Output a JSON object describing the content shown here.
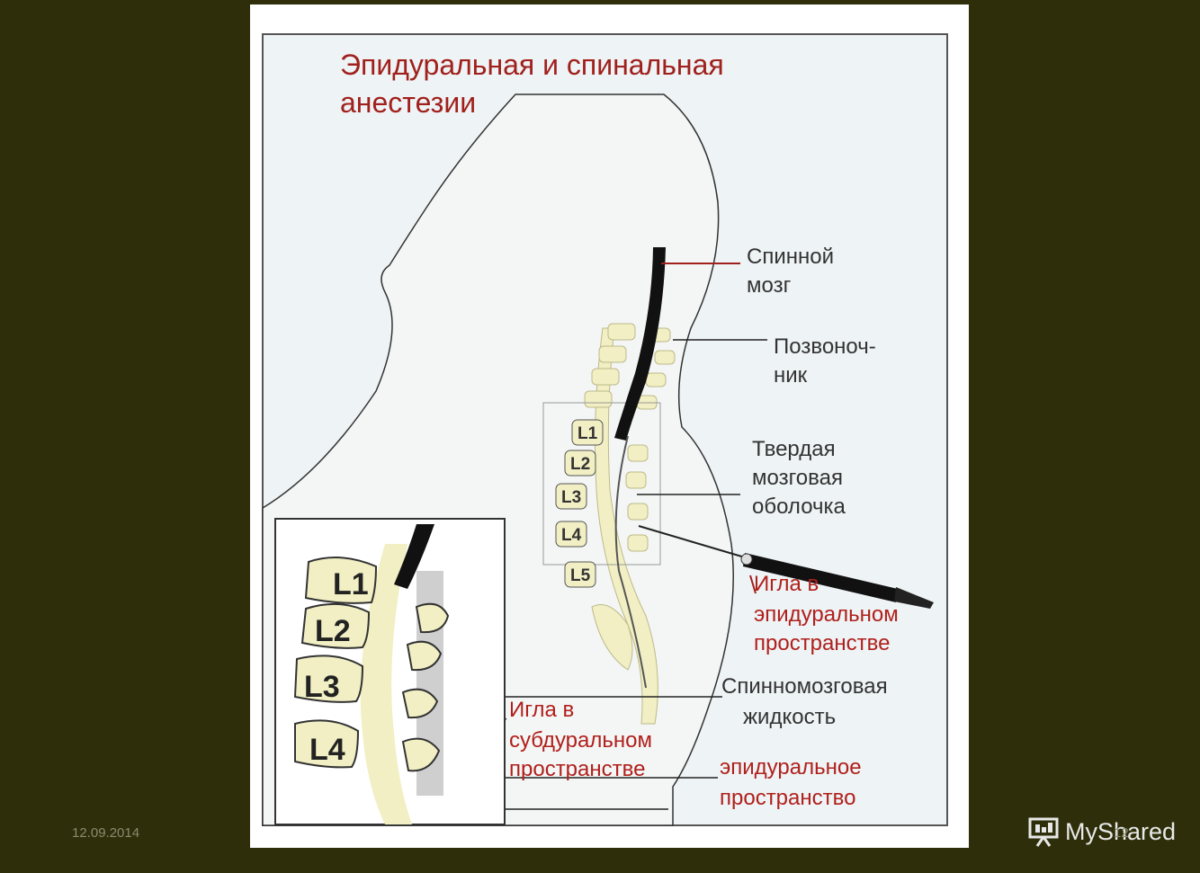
{
  "title_line1": "Эпидуральная и спинальная",
  "title_line2": "анестезии",
  "labels": {
    "spinal_cord_1": "Спинной",
    "spinal_cord_2": "мозг",
    "spine_1": "Позвоноч-",
    "spine_2": "ник",
    "dura_1": "Твердая",
    "dura_2": "мозговая",
    "dura_3": "оболочка",
    "needle_epi_1": "Игла в",
    "needle_epi_2": "эпидуральном",
    "needle_epi_3": "пространстве",
    "csf_1": "Спинномозговая",
    "csf_2": "жидкость",
    "needle_sub_1": "Игла в",
    "needle_sub_2": "субдуральном",
    "needle_sub_3": "пространстве",
    "epi_space_1": "эпидуральное",
    "epi_space_2": "пространство"
  },
  "vertebrae_small": [
    "L1",
    "L2",
    "L3",
    "L4",
    "L5"
  ],
  "vertebrae_inset": [
    "L1",
    "L2",
    "L3",
    "L4"
  ],
  "footer": {
    "date": "12.09.2014",
    "brand": "MyShared",
    "page": "12"
  },
  "colors": {
    "title": "#a0201c",
    "label": "#333333",
    "red_label": "#b0201c",
    "bone": "#f1efc3",
    "background": "#2e2f0a"
  }
}
